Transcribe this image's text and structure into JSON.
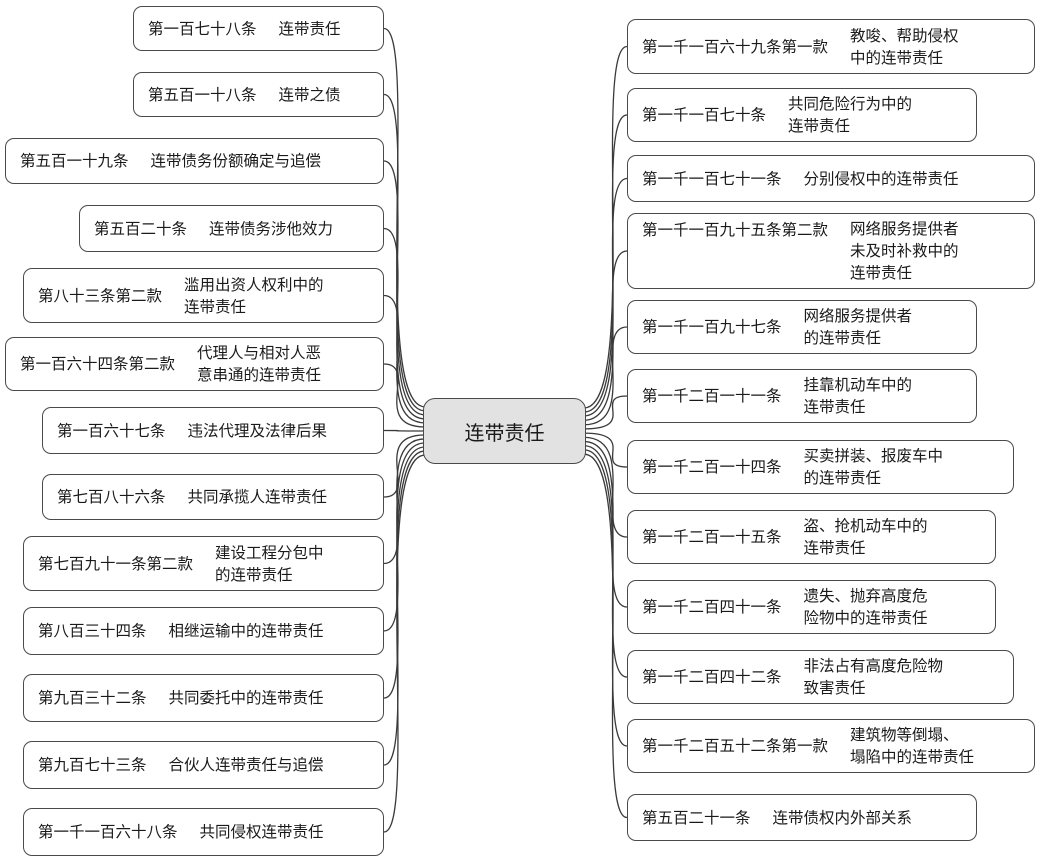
{
  "center": "连带责任",
  "left_nodes": [
    {
      "article": "第一百七十八条",
      "desc": "连带责任"
    },
    {
      "article": "第五百一十八条",
      "desc": "连带之债"
    },
    {
      "article": "第五百一十九条",
      "desc": "连带债务份额确定与追偿"
    },
    {
      "article": "第五百二十条",
      "desc": "连带债务涉他效力"
    },
    {
      "article": "第八十三条第二款",
      "desc": "滥用出资人权利中的\n连带责任"
    },
    {
      "article": "第一百六十四条第二款",
      "desc": "代理人与相对人恶\n意串通的连带责任"
    },
    {
      "article": "第一百六十七条",
      "desc": "违法代理及法律后果"
    },
    {
      "article": "第七百八十六条",
      "desc": "共同承揽人连带责任"
    },
    {
      "article": "第七百九十一条第二款",
      "desc": "建设工程分包中\n的连带责任"
    },
    {
      "article": "第八百三十四条",
      "desc": "相继运输中的连带责任"
    },
    {
      "article": "第九百三十二条",
      "desc": "共同委托中的连带责任"
    },
    {
      "article": "第九百七十三条",
      "desc": "合伙人连带责任与追偿"
    },
    {
      "article": "第一千一百六十八条",
      "desc": "共同侵权连带责任"
    }
  ],
  "right_nodes": [
    {
      "article": "第一千一百六十九条第一款",
      "desc": "教唆、帮助侵权\n中的连带责任"
    },
    {
      "article": "第一千一百七十条",
      "desc": "共同危险行为中的\n连带责任"
    },
    {
      "article": "第一千一百七十一条",
      "desc": "分别侵权中的连带责任"
    },
    {
      "article": "第一千一百九十五条第二款",
      "desc": "网络服务提供者\n未及时补救中的\n连带责任"
    },
    {
      "article": "第一千一百九十七条",
      "desc": "网络服务提供者\n的连带责任"
    },
    {
      "article": "第一千二百一十一条",
      "desc": "挂靠机动车中的\n连带责任"
    },
    {
      "article": "第一千二百一十四条",
      "desc": "买卖拼装、报废车中\n的连带责任"
    },
    {
      "article": "第一千二百一十五条",
      "desc": "盗、抢机动车中的\n连带责任"
    },
    {
      "article": "第一千二百四十一条",
      "desc": "遗失、抛弃高度危\n险物中的连带责任"
    },
    {
      "article": "第一千二百四十二条",
      "desc": "非法占有高度危险物\n致害责任"
    },
    {
      "article": "第一千二百五十二条第一款",
      "desc": "建筑物等倒塌、\n塌陷中的连带责任"
    },
    {
      "article": "第五百二十一条",
      "desc": "连带债权内外部关系"
    }
  ]
}
